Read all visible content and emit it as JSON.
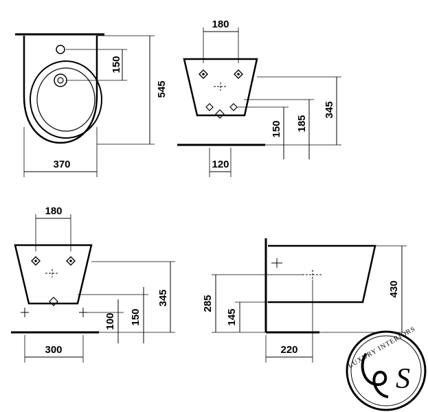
{
  "views": {
    "top": {
      "dims": {
        "width": "370",
        "length": "545",
        "hole_offset": "150"
      }
    },
    "front": {
      "dims": {
        "fixing_spacing": "180",
        "base_width": "120",
        "dim_150": "150",
        "dim_185": "185",
        "dim_345": "345"
      }
    },
    "rear": {
      "dims": {
        "fixing_spacing": "180",
        "floor_width": "300",
        "dim_100": "100",
        "dim_150": "150",
        "dim_345": "345"
      }
    },
    "side": {
      "dims": {
        "projection_height": "430",
        "dim_285": "285",
        "dim_145": "145",
        "wall_offset": "220"
      }
    }
  },
  "logo": {
    "text": "LUXURY INTERIORS",
    "monogram": "S"
  }
}
